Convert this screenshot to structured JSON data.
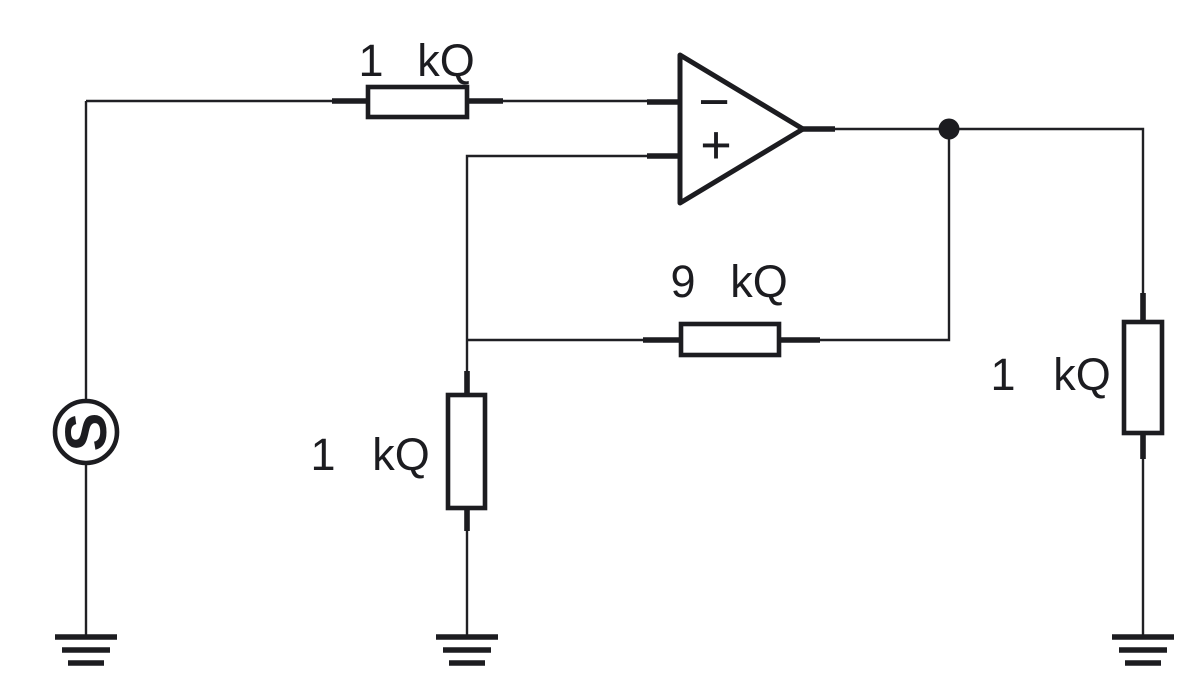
{
  "canvas": {
    "background": "#ffffff",
    "ink": "#1c1c20"
  },
  "circuit": {
    "type": "op-amp amplifier schematic",
    "resistors": {
      "top": {
        "value": "1",
        "unit": "kQ"
      },
      "feedback": {
        "value": "9",
        "unit": "kQ"
      },
      "middle": {
        "value": "1",
        "unit": "kQ"
      },
      "right": {
        "value": "1",
        "unit": "kQ"
      }
    },
    "opamp": {
      "inverting_label": "−",
      "noninverting_label": "+"
    },
    "source": {
      "glyph": "S"
    }
  }
}
